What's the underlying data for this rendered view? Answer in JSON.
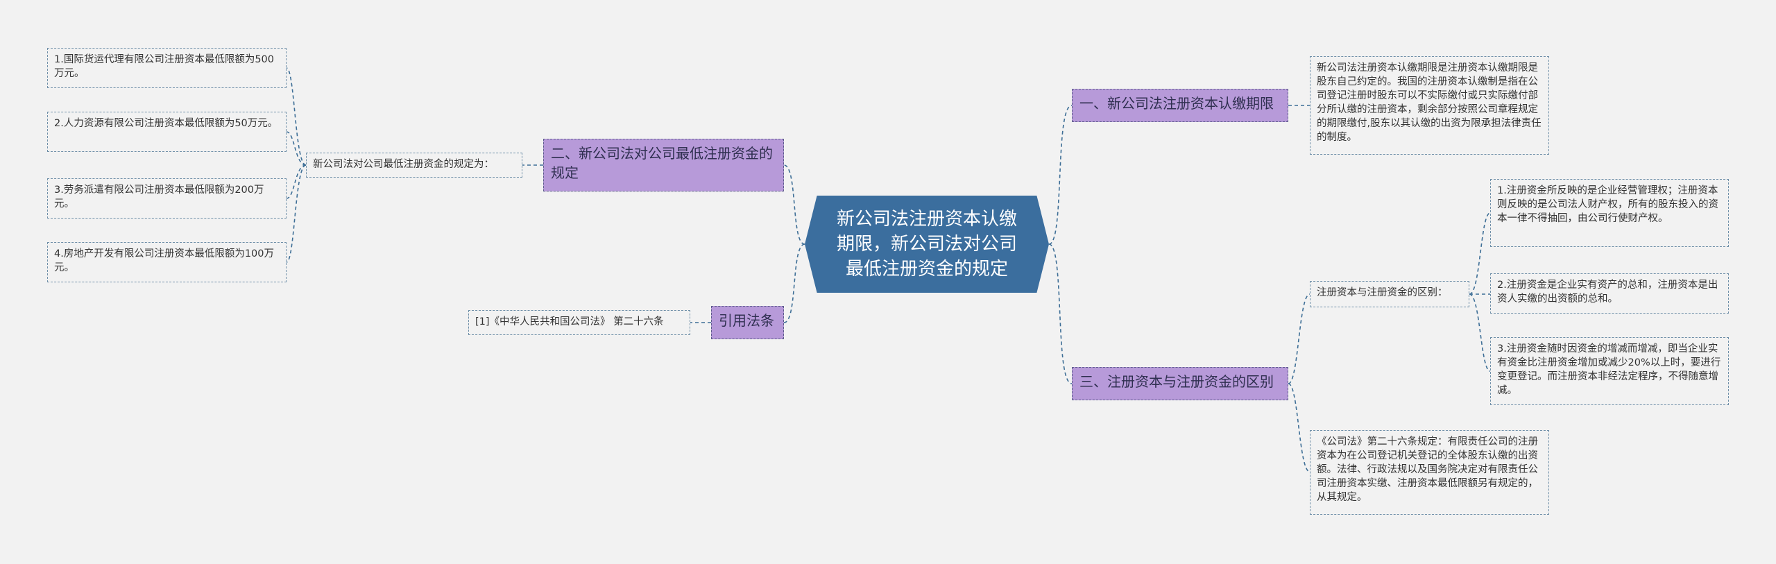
{
  "central": "新公司法注册资本认缴期限，新公司法对公司最低注册资金的规定",
  "branches": {
    "b1": "一、新公司法注册资本认缴期限",
    "b2": "二、新公司法对公司最低注册资金的规定",
    "b3": "三、注册资本与注册资金的区别",
    "b4": "引用法条"
  },
  "leaves": {
    "b1_text": "新公司法注册资本认缴期限是注册资本认缴期限是股东自己约定的。我国的注册资本认缴制是指在公司登记注册时股东可以不实际缴付或只实际缴付部分所认缴的注册资本，剩余部分按照公司章程规定的期限缴付,股东以其认缴的出资为限承担法律责任的制度。",
    "b2_sub": "新公司法对公司最低注册资金的规定为：",
    "b2_items": [
      "1.国际货运代理有限公司注册资本最低限额为500万元。",
      "2.人力资源有限公司注册资本最低限额为50万元。",
      "3.劳务派遣有限公司注册资本最低限额为200万元。",
      "4.房地产开发有限公司注册资本最低限额为100万元。"
    ],
    "b3_sub": "注册资本与注册资金的区别：",
    "b3_items": [
      "1.注册资金所反映的是企业经营管理权；注册资本则反映的是公司法人财产权，所有的股东投入的资本一律不得抽回，由公司行使财产权。",
      "2.注册资金是企业实有资产的总和，注册资本是出资人实缴的出资额的总和。",
      "3.注册资金随时因资金的增减而增减，即当企业实有资金比注册资金增加或减少20%以上时，要进行变更登记。而注册资本非经法定程序，不得随意增减。"
    ],
    "b3_law": "《公司法》第二十六条规定：有限责任公司的注册资本为在公司登记机关登记的全体股东认缴的出资额。法律、行政法规以及国务院决定对有限责任公司注册资本实缴、注册资本最低限额另有规定的，从其规定。",
    "b4_text": "[1]《中华人民共和国公司法》 第二十六条"
  },
  "colors": {
    "background": "#f2f2f2",
    "central_fill": "#3b6e9e",
    "branch_fill": "#b79ad9",
    "connector": "#3d6e96"
  }
}
